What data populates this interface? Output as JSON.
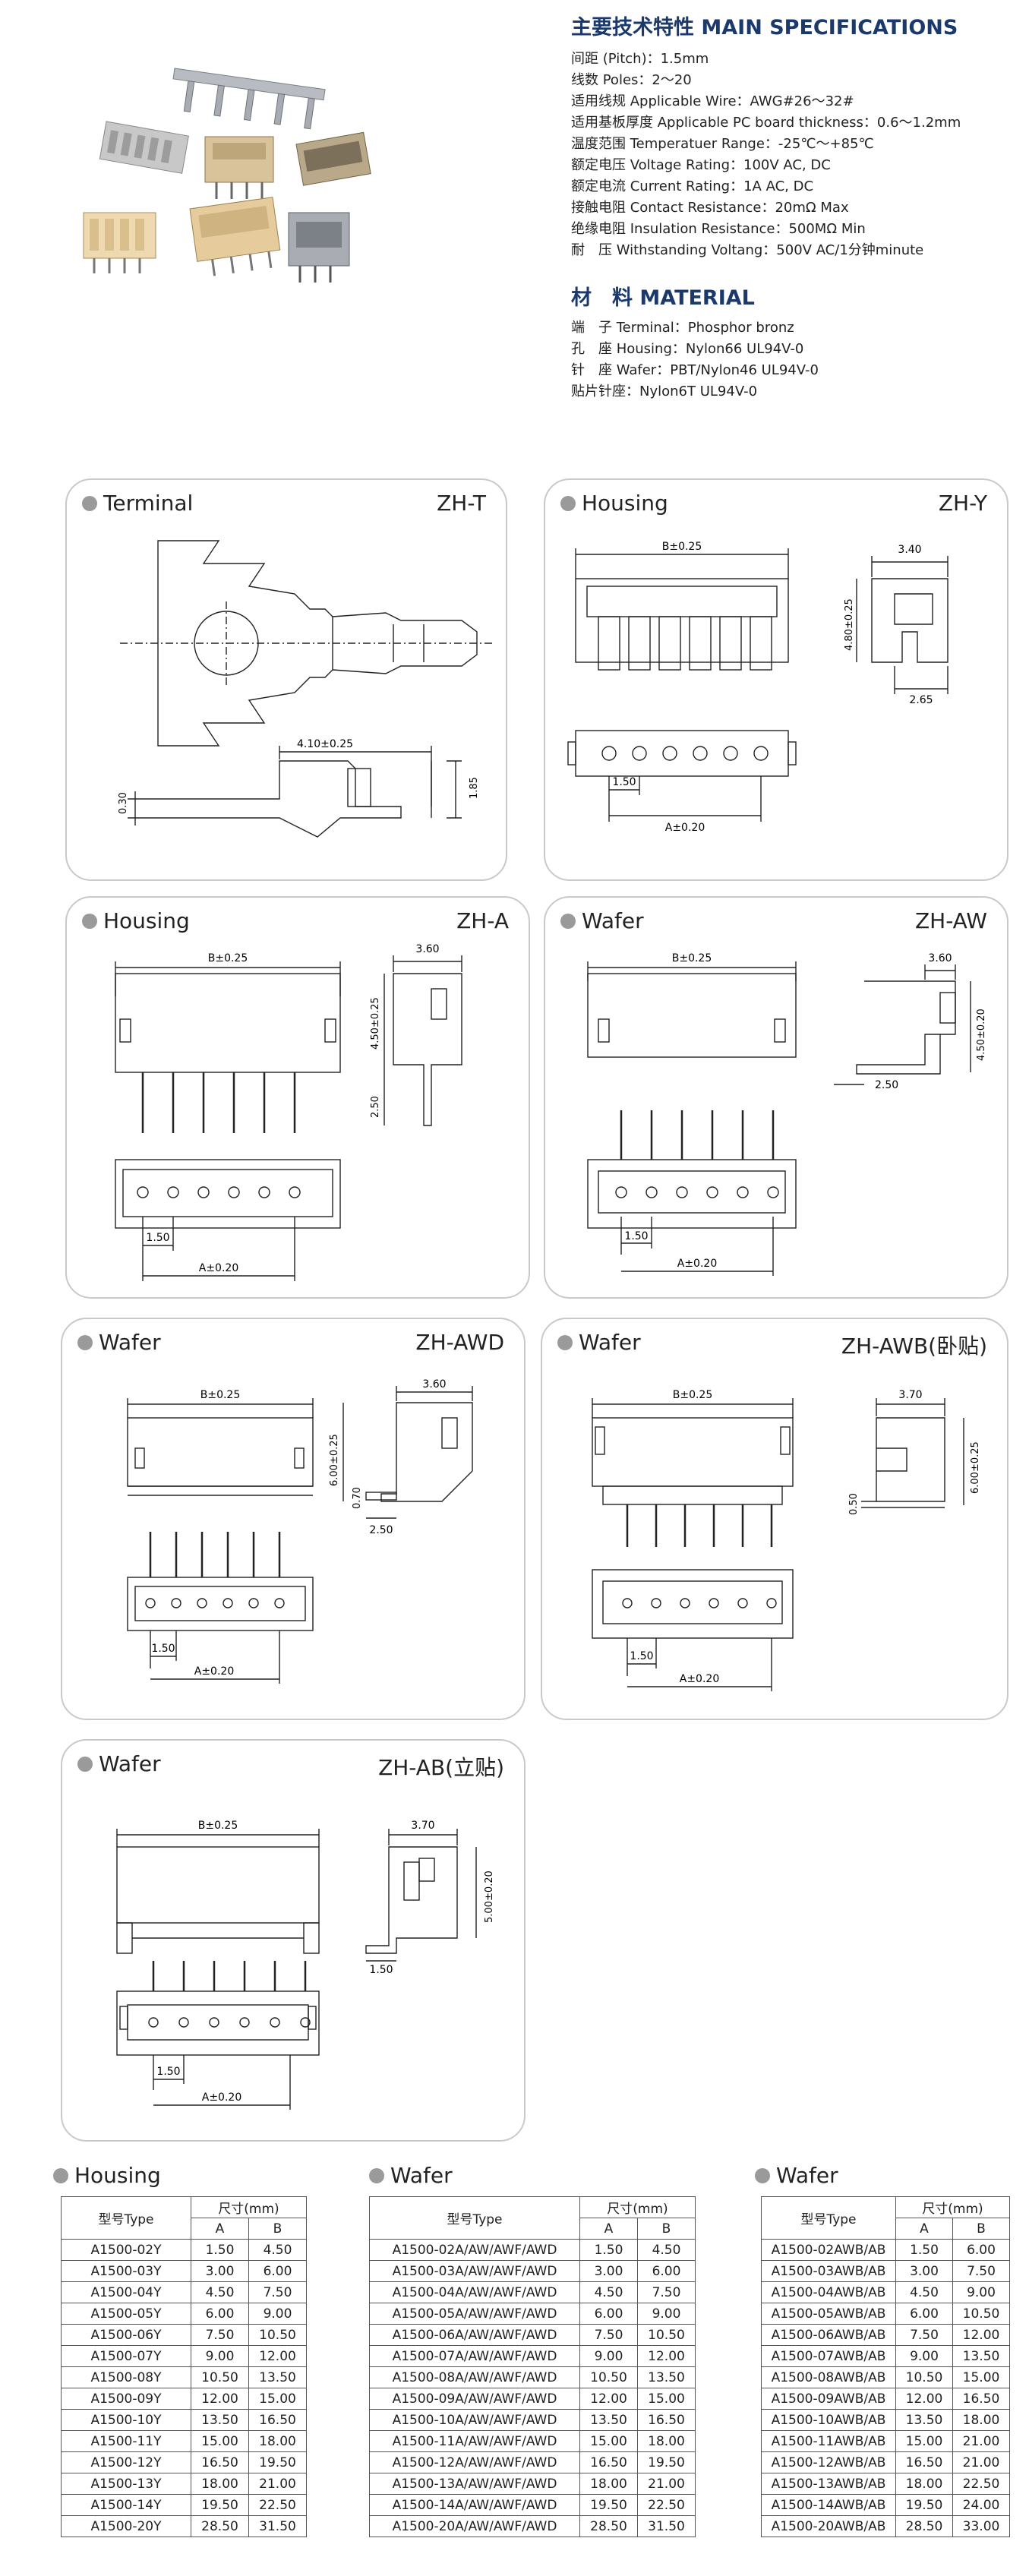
{
  "specs": {
    "title": "主要技术特性 MAIN SPECIFICATIONS",
    "items": [
      "间距 (Pitch)：1.5mm",
      "线数 Poles：2～20",
      "适用线规 Applicable Wire：AWG#26～32#",
      "适用基板厚度 Applicable PC board thickness：0.6～1.2mm",
      "温度范围 Temperatuer Range：-25℃～+85℃",
      "额定电压 Voltage Rating：100V AC, DC",
      "额定电流 Current Rating：1A AC, DC",
      "接触电阻 Contact Resistance：20mΩ Max",
      "绝缘电阻 Insulation Resistance：500MΩ Min",
      "耐　压 Withstanding Voltang：500V AC/1分钟minute"
    ]
  },
  "material": {
    "title": "材　料 MATERIAL",
    "items": [
      "端　子 Terminal：Phosphor bronz",
      "孔　座 Housing：Nylon66 UL94V-0",
      "针　座 Wafer：PBT/Nylon46 UL94V-0",
      "贴片针座：Nylon6T UL94V-0"
    ]
  },
  "panels": [
    {
      "title": "Terminal",
      "model": "ZH-T",
      "dims": [
        "4.10±0.25",
        "0.30",
        "1.85"
      ]
    },
    {
      "title": "Housing",
      "model": "ZH-Y",
      "dims": [
        "B±0.25",
        "3.40",
        "4.80±0.25",
        "2.65",
        "1.50",
        "A±0.20"
      ]
    },
    {
      "title": "Housing",
      "model": "ZH-A",
      "dims": [
        "B±0.25",
        "3.60",
        "4.50±0.25",
        "2.50",
        "1.50",
        "A±0.20"
      ]
    },
    {
      "title": "Wafer",
      "model": "ZH-AW",
      "dims": [
        "B±0.25",
        "3.60",
        "4.50±0.20",
        "2.50",
        "1.50",
        "A±0.20"
      ]
    },
    {
      "title": "Wafer",
      "model": "ZH-AWD",
      "dims": [
        "B±0.25",
        "3.60",
        "6.00±0.25",
        "0.70",
        "2.50",
        "1.50",
        "A±0.20"
      ]
    },
    {
      "title": "Wafer",
      "model": "ZH-AWB(卧贴)",
      "dims": [
        "B±0.25",
        "3.70",
        "6.00±0.25",
        "0.50",
        "1.50",
        "A±0.20"
      ]
    },
    {
      "title": "Wafer",
      "model": "ZH-AB(立贴)",
      "dims": [
        "B±0.25",
        "3.70",
        "5.00±0.20",
        "1.50",
        "1.50",
        "A±0.20"
      ]
    }
  ],
  "tables": [
    {
      "title": "Housing",
      "head_type": "型号Type",
      "head_size": "尺寸(mm)",
      "head_a": "A",
      "head_b": "B",
      "rows": [
        [
          "A1500-02Y",
          "1.50",
          "4.50"
        ],
        [
          "A1500-03Y",
          "3.00",
          "6.00"
        ],
        [
          "A1500-04Y",
          "4.50",
          "7.50"
        ],
        [
          "A1500-05Y",
          "6.00",
          "9.00"
        ],
        [
          "A1500-06Y",
          "7.50",
          "10.50"
        ],
        [
          "A1500-07Y",
          "9.00",
          "12.00"
        ],
        [
          "A1500-08Y",
          "10.50",
          "13.50"
        ],
        [
          "A1500-09Y",
          "12.00",
          "15.00"
        ],
        [
          "A1500-10Y",
          "13.50",
          "16.50"
        ],
        [
          "A1500-11Y",
          "15.00",
          "18.00"
        ],
        [
          "A1500-12Y",
          "16.50",
          "19.50"
        ],
        [
          "A1500-13Y",
          "18.00",
          "21.00"
        ],
        [
          "A1500-14Y",
          "19.50",
          "22.50"
        ],
        [
          "A1500-20Y",
          "28.50",
          "31.50"
        ]
      ]
    },
    {
      "title": "Wafer",
      "head_type": "型号Type",
      "head_size": "尺寸(mm)",
      "head_a": "A",
      "head_b": "B",
      "rows": [
        [
          "A1500-02A/AW/AWF/AWD",
          "1.50",
          "4.50"
        ],
        [
          "A1500-03A/AW/AWF/AWD",
          "3.00",
          "6.00"
        ],
        [
          "A1500-04A/AW/AWF/AWD",
          "4.50",
          "7.50"
        ],
        [
          "A1500-05A/AW/AWF/AWD",
          "6.00",
          "9.00"
        ],
        [
          "A1500-06A/AW/AWF/AWD",
          "7.50",
          "10.50"
        ],
        [
          "A1500-07A/AW/AWF/AWD",
          "9.00",
          "12.00"
        ],
        [
          "A1500-08A/AW/AWF/AWD",
          "10.50",
          "13.50"
        ],
        [
          "A1500-09A/AW/AWF/AWD",
          "12.00",
          "15.00"
        ],
        [
          "A1500-10A/AW/AWF/AWD",
          "13.50",
          "16.50"
        ],
        [
          "A1500-11A/AW/AWF/AWD",
          "15.00",
          "18.00"
        ],
        [
          "A1500-12A/AW/AWF/AWD",
          "16.50",
          "19.50"
        ],
        [
          "A1500-13A/AW/AWF/AWD",
          "18.00",
          "21.00"
        ],
        [
          "A1500-14A/AW/AWF/AWD",
          "19.50",
          "22.50"
        ],
        [
          "A1500-20A/AW/AWF/AWD",
          "28.50",
          "31.50"
        ]
      ]
    },
    {
      "title": "Wafer",
      "head_type": "型号Type",
      "head_size": "尺寸(mm)",
      "head_a": "A",
      "head_b": "B",
      "rows": [
        [
          "A1500-02AWB/AB",
          "1.50",
          "6.00"
        ],
        [
          "A1500-03AWB/AB",
          "3.00",
          "7.50"
        ],
        [
          "A1500-04AWB/AB",
          "4.50",
          "9.00"
        ],
        [
          "A1500-05AWB/AB",
          "6.00",
          "10.50"
        ],
        [
          "A1500-06AWB/AB",
          "7.50",
          "12.00"
        ],
        [
          "A1500-07AWB/AB",
          "9.00",
          "13.50"
        ],
        [
          "A1500-08AWB/AB",
          "10.50",
          "15.00"
        ],
        [
          "A1500-09AWB/AB",
          "12.00",
          "16.50"
        ],
        [
          "A1500-10AWB/AB",
          "13.50",
          "18.00"
        ],
        [
          "A1500-11AWB/AB",
          "15.00",
          "21.00"
        ],
        [
          "A1500-12AWB/AB",
          "16.50",
          "21.00"
        ],
        [
          "A1500-13AWB/AB",
          "18.00",
          "22.50"
        ],
        [
          "A1500-14AWB/AB",
          "19.50",
          "24.00"
        ],
        [
          "A1500-20AWB/AB",
          "28.50",
          "33.00"
        ]
      ]
    }
  ],
  "colors": {
    "heading": "#1b3a6b",
    "panel_border": "#c9c9c9",
    "bullet": "#9a9a9a"
  }
}
